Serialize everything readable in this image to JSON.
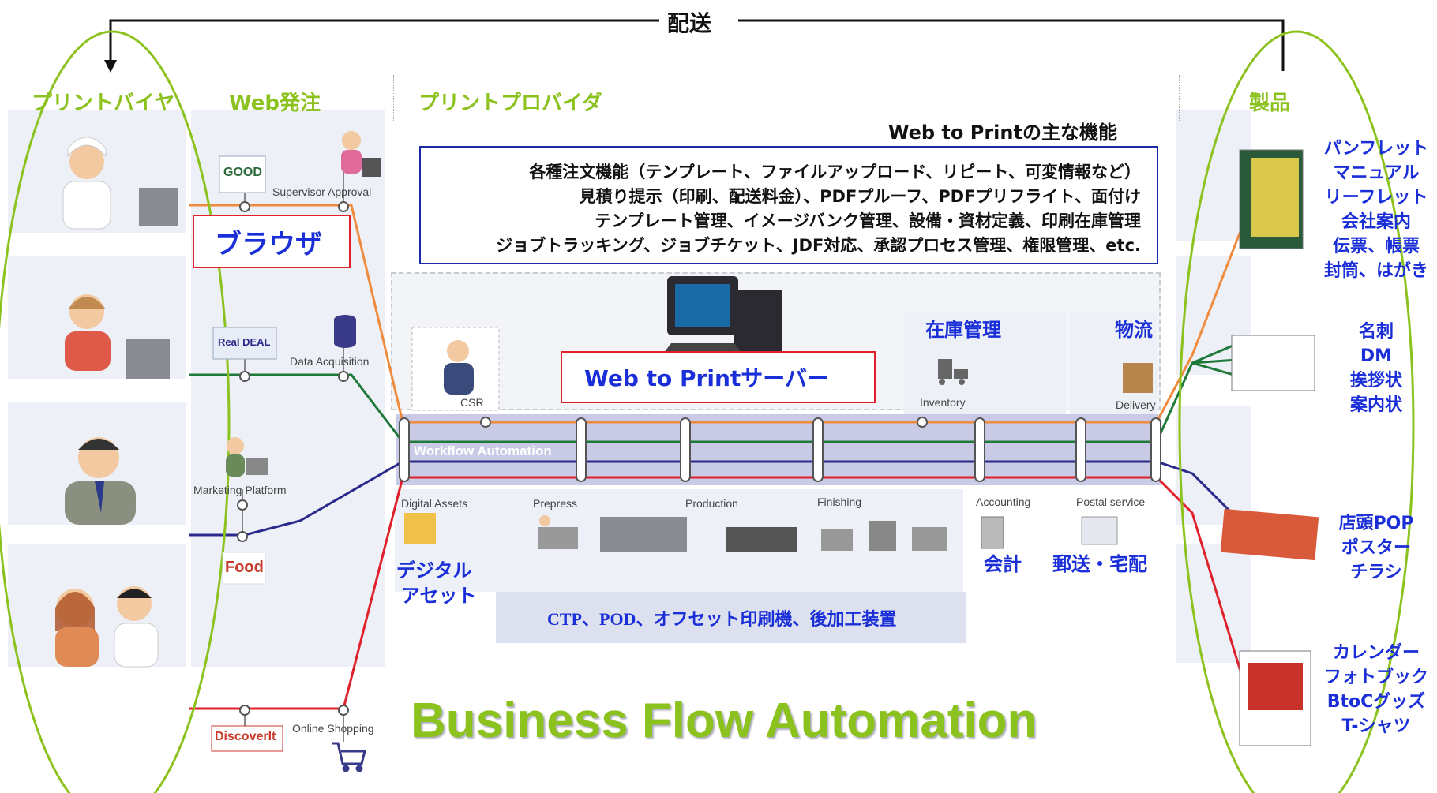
{
  "top_label": "配送",
  "sections": {
    "buyer": "プリントバイヤ",
    "web_order": "Web発注",
    "provider": "プリントプロバイダ",
    "product": "製品"
  },
  "web_order": {
    "supervisor_approval": "Supervisor Approval",
    "browser": "ブラウザ",
    "data_acquisition": "Data Acquisition",
    "marketing_platform": "Marketing Platform",
    "online_shopping": "Online Shopping",
    "logo_good": "GOOD",
    "logo_real_deal": "Real DEAL",
    "logo_food": "Food",
    "logo_discover": "DiscoverIt"
  },
  "features": {
    "title": "Web to Printの主な機能",
    "lines": [
      "各種注文機能（テンプレート、ファイルアップロード、リピート、可変情報など）",
      "見積り提示（印刷、配送料金）、PDFプルーフ、PDFプリフライト、面付け",
      "テンプレート管理、イメージバンク管理、設備・資材定義、印刷在庫管理",
      "ジョブトラッキング、ジョブチケット、JDF対応、承認プロセス管理、権限管理、etc."
    ]
  },
  "server_label": "Web to Printサーバー",
  "csr": "CSR",
  "inventory_jp": "在庫管理",
  "inventory_en": "Inventory",
  "logistics_jp": "物流",
  "delivery_en": "Delivery",
  "workflow": "Workflow Automation",
  "stages": {
    "digital_assets": "Digital Assets",
    "prepress": "Prepress",
    "production": "Production",
    "finishing": "Finishing",
    "accounting": "Accounting",
    "postal": "Postal service"
  },
  "stage_jp": {
    "digital_assets": [
      "デジタル",
      "アセット"
    ],
    "accounting": "会計",
    "postal": "郵送・宅配"
  },
  "equipment": "CTP、POD、オフセット印刷機、後加工装置",
  "big_title": "Business Flow Automation",
  "products": [
    [
      "パンフレット",
      "マニュアル",
      "リーフレット",
      "会社案内",
      "伝票、帳票",
      "封筒、はがき"
    ],
    [
      "名刺",
      "DM",
      "挨拶状",
      "案内状"
    ],
    [
      "店頭POP",
      "ポスター",
      "チラシ"
    ],
    [
      "カレンダー",
      "フォトブック",
      "BtoCグッズ",
      "T-シャツ"
    ]
  ],
  "colors": {
    "orange": "#f08a3c",
    "green": "#1f7a3a",
    "navy": "#2a2a8c",
    "red": "#e0202a",
    "accent_green": "#8cc21e",
    "title_blue": "#1a2fd8"
  }
}
